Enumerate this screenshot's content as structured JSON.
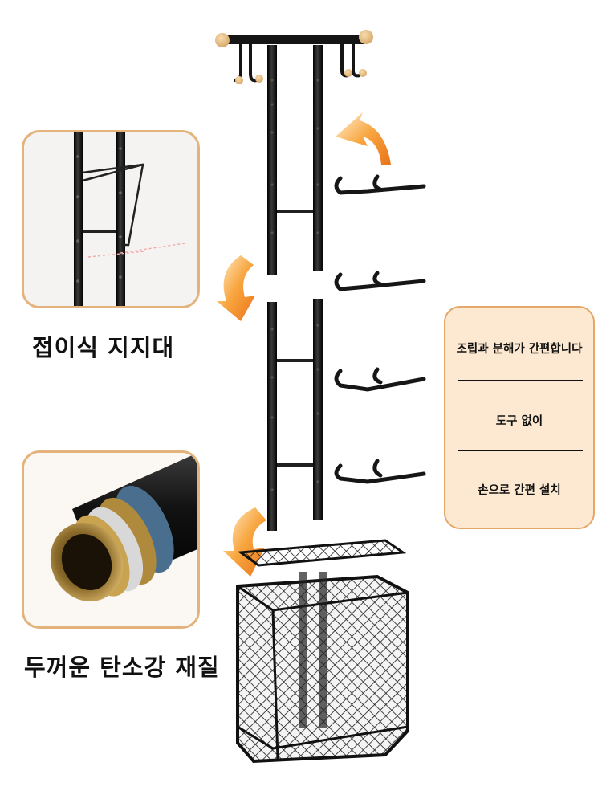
{
  "features": {
    "folding_support_caption": "접이식 지지대",
    "material_caption": "두꺼운 탄소강 재질"
  },
  "info_card": {
    "line1": "조립과 분해가 간편합니다",
    "line2": "도구 없이",
    "line3": "손으로 간편 설치"
  },
  "colors": {
    "accent_orange": "#f39a2e",
    "card_background": "#fde9d2",
    "card_border": "#e4a868",
    "frame_border": "#e4b37c",
    "metal_black": "#161616",
    "wood_knob": "#e8c18a",
    "brass": "#b8934a"
  }
}
